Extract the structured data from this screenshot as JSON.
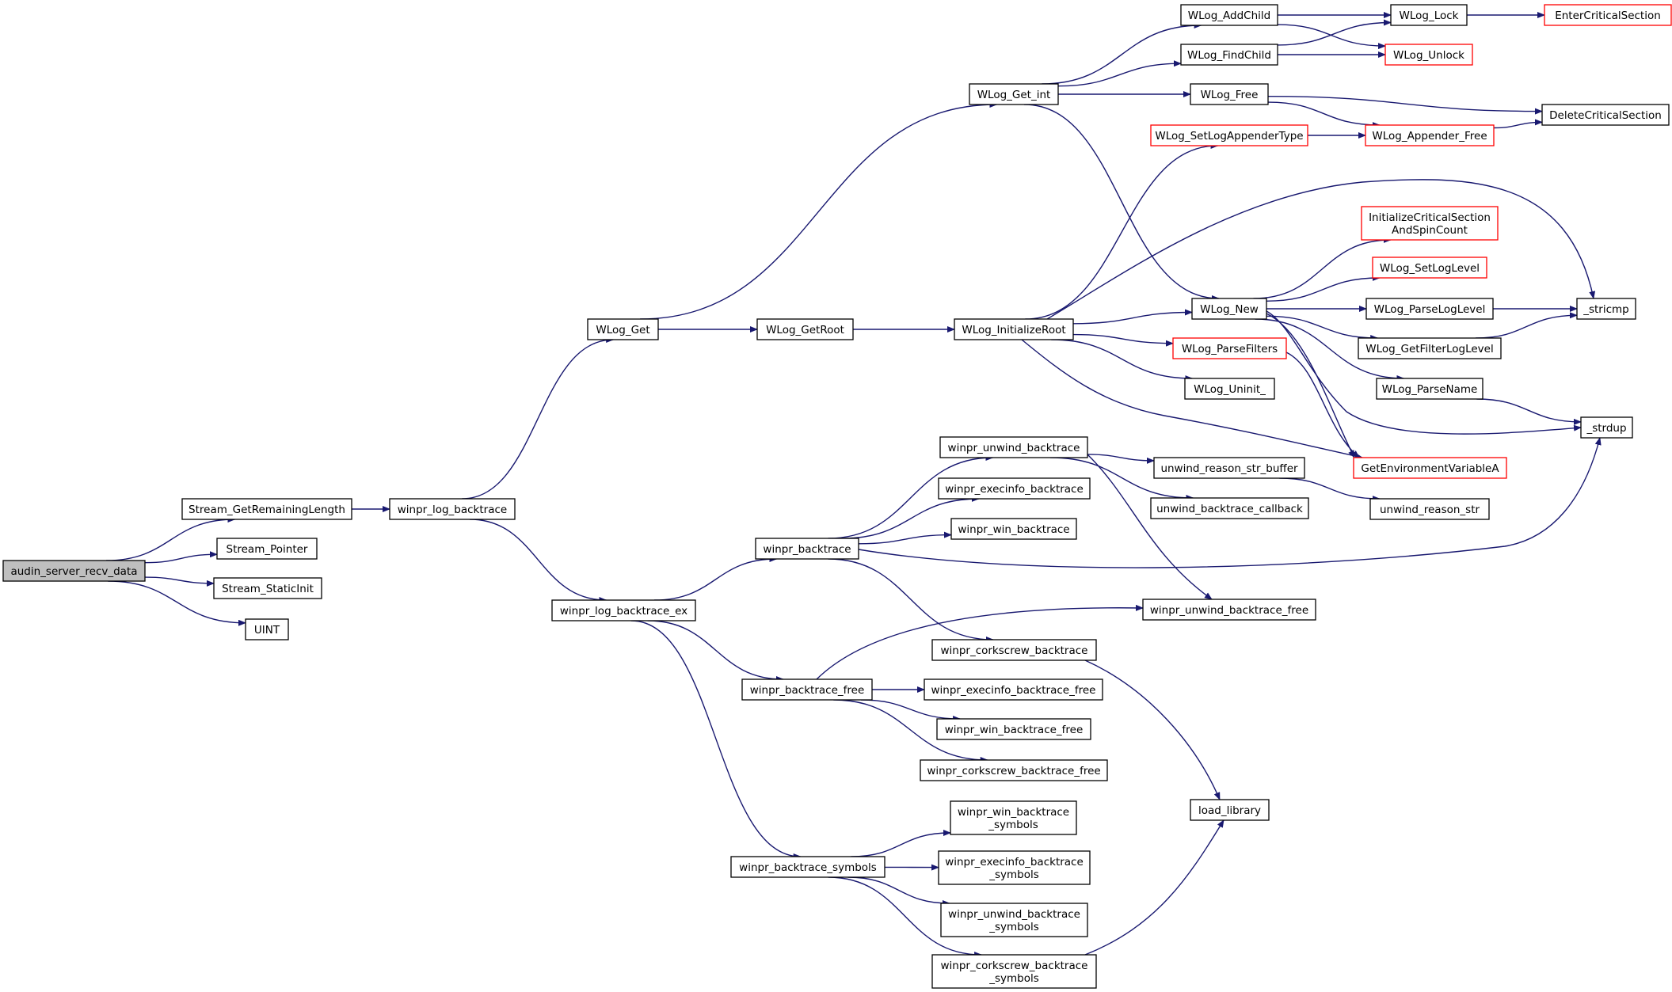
{
  "colors": {
    "edge": "#191970",
    "node_border": "#000000",
    "external_border": "#ff0000",
    "root_fill": "#bfbfbf",
    "background": "#ffffff"
  },
  "nodes": [
    {
      "id": "audin_server_recv_data",
      "lines": [
        "audin_server_recv_data"
      ],
      "kind": "root"
    },
    {
      "id": "Stream_GetRemainingLength",
      "lines": [
        "Stream_GetRemainingLength"
      ],
      "kind": "normal"
    },
    {
      "id": "Stream_Pointer",
      "lines": [
        "Stream_Pointer"
      ],
      "kind": "normal"
    },
    {
      "id": "Stream_StaticInit",
      "lines": [
        "Stream_StaticInit"
      ],
      "kind": "normal"
    },
    {
      "id": "UINT",
      "lines": [
        "UINT"
      ],
      "kind": "normal"
    },
    {
      "id": "winpr_log_backtrace",
      "lines": [
        "winpr_log_backtrace"
      ],
      "kind": "normal"
    },
    {
      "id": "WLog_Get",
      "lines": [
        "WLog_Get"
      ],
      "kind": "normal"
    },
    {
      "id": "winpr_log_backtrace_ex",
      "lines": [
        "winpr_log_backtrace_ex"
      ],
      "kind": "normal"
    },
    {
      "id": "WLog_GetRoot",
      "lines": [
        "WLog_GetRoot"
      ],
      "kind": "normal"
    },
    {
      "id": "WLog_InitializeRoot",
      "lines": [
        "WLog_InitializeRoot"
      ],
      "kind": "normal"
    },
    {
      "id": "WLog_Get_int",
      "lines": [
        "WLog_Get_int"
      ],
      "kind": "normal"
    },
    {
      "id": "WLog_AddChild",
      "lines": [
        "WLog_AddChild"
      ],
      "kind": "normal"
    },
    {
      "id": "WLog_FindChild",
      "lines": [
        "WLog_FindChild"
      ],
      "kind": "normal"
    },
    {
      "id": "WLog_Free",
      "lines": [
        "WLog_Free"
      ],
      "kind": "normal"
    },
    {
      "id": "WLog_Lock",
      "lines": [
        "WLog_Lock"
      ],
      "kind": "normal"
    },
    {
      "id": "WLog_Unlock",
      "lines": [
        "WLog_Unlock"
      ],
      "kind": "external"
    },
    {
      "id": "EnterCriticalSection",
      "lines": [
        "EnterCriticalSection"
      ],
      "kind": "external"
    },
    {
      "id": "DeleteCriticalSection",
      "lines": [
        "DeleteCriticalSection"
      ],
      "kind": "normal"
    },
    {
      "id": "WLog_SetLogAppenderType",
      "lines": [
        "WLog_SetLogAppenderType"
      ],
      "kind": "external"
    },
    {
      "id": "WLog_Appender_Free",
      "lines": [
        "WLog_Appender_Free"
      ],
      "kind": "external"
    },
    {
      "id": "InitializeCriticalSectionAndSpinCount",
      "lines": [
        "InitializeCriticalSection",
        "AndSpinCount"
      ],
      "kind": "external"
    },
    {
      "id": "WLog_SetLogLevel",
      "lines": [
        "WLog_SetLogLevel"
      ],
      "kind": "external"
    },
    {
      "id": "WLog_New",
      "lines": [
        "WLog_New"
      ],
      "kind": "normal"
    },
    {
      "id": "WLog_ParseLogLevel",
      "lines": [
        "WLog_ParseLogLevel"
      ],
      "kind": "normal"
    },
    {
      "id": "_stricmp",
      "lines": [
        "_stricmp"
      ],
      "kind": "normal"
    },
    {
      "id": "WLog_GetFilterLogLevel",
      "lines": [
        "WLog_GetFilterLogLevel"
      ],
      "kind": "normal"
    },
    {
      "id": "WLog_ParseFilters",
      "lines": [
        "WLog_ParseFilters"
      ],
      "kind": "external"
    },
    {
      "id": "WLog_Uninit_",
      "lines": [
        "WLog_Uninit_"
      ],
      "kind": "normal"
    },
    {
      "id": "WLog_ParseName",
      "lines": [
        "WLog_ParseName"
      ],
      "kind": "normal"
    },
    {
      "id": "_strdup",
      "lines": [
        "_strdup"
      ],
      "kind": "normal"
    },
    {
      "id": "GetEnvironmentVariableA",
      "lines": [
        "GetEnvironmentVariableA"
      ],
      "kind": "external"
    },
    {
      "id": "winpr_unwind_backtrace",
      "lines": [
        "winpr_unwind_backtrace"
      ],
      "kind": "normal"
    },
    {
      "id": "unwind_reason_str_buffer",
      "lines": [
        "unwind_reason_str_buffer"
      ],
      "kind": "normal"
    },
    {
      "id": "unwind_backtrace_callback",
      "lines": [
        "unwind_backtrace_callback"
      ],
      "kind": "normal"
    },
    {
      "id": "unwind_reason_str",
      "lines": [
        "unwind_reason_str"
      ],
      "kind": "normal"
    },
    {
      "id": "winpr_execinfo_backtrace",
      "lines": [
        "winpr_execinfo_backtrace"
      ],
      "kind": "normal"
    },
    {
      "id": "winpr_win_backtrace",
      "lines": [
        "winpr_win_backtrace"
      ],
      "kind": "normal"
    },
    {
      "id": "winpr_backtrace",
      "lines": [
        "winpr_backtrace"
      ],
      "kind": "normal"
    },
    {
      "id": "winpr_unwind_backtrace_free",
      "lines": [
        "winpr_unwind_backtrace_free"
      ],
      "kind": "normal"
    },
    {
      "id": "winpr_corkscrew_backtrace",
      "lines": [
        "winpr_corkscrew_backtrace"
      ],
      "kind": "normal"
    },
    {
      "id": "winpr_backtrace_free",
      "lines": [
        "winpr_backtrace_free"
      ],
      "kind": "normal"
    },
    {
      "id": "winpr_execinfo_backtrace_free",
      "lines": [
        "winpr_execinfo_backtrace_free"
      ],
      "kind": "normal"
    },
    {
      "id": "winpr_win_backtrace_free",
      "lines": [
        "winpr_win_backtrace_free"
      ],
      "kind": "normal"
    },
    {
      "id": "winpr_corkscrew_backtrace_free",
      "lines": [
        "winpr_corkscrew_backtrace_free"
      ],
      "kind": "normal"
    },
    {
      "id": "load_library",
      "lines": [
        "load_library"
      ],
      "kind": "normal"
    },
    {
      "id": "winpr_win_backtrace_symbols",
      "lines": [
        "winpr_win_backtrace",
        "_symbols"
      ],
      "kind": "normal"
    },
    {
      "id": "winpr_backtrace_symbols",
      "lines": [
        "winpr_backtrace_symbols"
      ],
      "kind": "normal"
    },
    {
      "id": "winpr_execinfo_backtrace_symbols",
      "lines": [
        "winpr_execinfo_backtrace",
        "_symbols"
      ],
      "kind": "normal"
    },
    {
      "id": "winpr_unwind_backtrace_symbols",
      "lines": [
        "winpr_unwind_backtrace",
        "_symbols"
      ],
      "kind": "normal"
    },
    {
      "id": "winpr_corkscrew_backtrace_symbols",
      "lines": [
        "winpr_corkscrew_backtrace",
        "_symbols"
      ],
      "kind": "normal"
    }
  ],
  "edges": [
    [
      "audin_server_recv_data",
      "Stream_GetRemainingLength"
    ],
    [
      "audin_server_recv_data",
      "Stream_Pointer"
    ],
    [
      "audin_server_recv_data",
      "Stream_StaticInit"
    ],
    [
      "audin_server_recv_data",
      "UINT"
    ],
    [
      "Stream_GetRemainingLength",
      "winpr_log_backtrace"
    ],
    [
      "winpr_log_backtrace",
      "WLog_Get"
    ],
    [
      "winpr_log_backtrace",
      "winpr_log_backtrace_ex"
    ],
    [
      "WLog_Get",
      "WLog_GetRoot"
    ],
    [
      "WLog_Get",
      "WLog_Get_int"
    ],
    [
      "WLog_GetRoot",
      "WLog_InitializeRoot"
    ],
    [
      "WLog_Get_int",
      "WLog_AddChild"
    ],
    [
      "WLog_Get_int",
      "WLog_FindChild"
    ],
    [
      "WLog_Get_int",
      "WLog_Free"
    ],
    [
      "WLog_Get_int",
      "WLog_New"
    ],
    [
      "WLog_AddChild",
      "WLog_Lock"
    ],
    [
      "WLog_AddChild",
      "WLog_Unlock"
    ],
    [
      "WLog_FindChild",
      "WLog_Lock"
    ],
    [
      "WLog_FindChild",
      "WLog_Unlock"
    ],
    [
      "WLog_Lock",
      "EnterCriticalSection"
    ],
    [
      "WLog_Free",
      "DeleteCriticalSection"
    ],
    [
      "WLog_Free",
      "WLog_Appender_Free"
    ],
    [
      "WLog_Appender_Free",
      "DeleteCriticalSection"
    ],
    [
      "WLog_SetLogAppenderType",
      "WLog_Appender_Free"
    ],
    [
      "WLog_InitializeRoot",
      "WLog_SetLogAppenderType"
    ],
    [
      "WLog_InitializeRoot",
      "_stricmp"
    ],
    [
      "WLog_InitializeRoot",
      "WLog_New"
    ],
    [
      "WLog_InitializeRoot",
      "WLog_ParseFilters"
    ],
    [
      "WLog_InitializeRoot",
      "WLog_Uninit_"
    ],
    [
      "WLog_InitializeRoot",
      "GetEnvironmentVariableA"
    ],
    [
      "WLog_New",
      "InitializeCriticalSectionAndSpinCount"
    ],
    [
      "WLog_New",
      "WLog_SetLogLevel"
    ],
    [
      "WLog_New",
      "WLog_ParseLogLevel"
    ],
    [
      "WLog_New",
      "WLog_GetFilterLogLevel"
    ],
    [
      "WLog_New",
      "WLog_ParseName"
    ],
    [
      "WLog_New",
      "_strdup"
    ],
    [
      "WLog_New",
      "GetEnvironmentVariableA"
    ],
    [
      "WLog_ParseLogLevel",
      "_stricmp"
    ],
    [
      "WLog_GetFilterLogLevel",
      "_stricmp"
    ],
    [
      "WLog_ParseName",
      "_strdup"
    ],
    [
      "WLog_ParseFilters",
      "GetEnvironmentVariableA"
    ],
    [
      "winpr_log_backtrace_ex",
      "winpr_backtrace"
    ],
    [
      "winpr_log_backtrace_ex",
      "winpr_backtrace_free"
    ],
    [
      "winpr_log_backtrace_ex",
      "winpr_backtrace_symbols"
    ],
    [
      "winpr_backtrace",
      "winpr_unwind_backtrace"
    ],
    [
      "winpr_backtrace",
      "winpr_execinfo_backtrace"
    ],
    [
      "winpr_backtrace",
      "winpr_win_backtrace"
    ],
    [
      "winpr_backtrace",
      "_strdup"
    ],
    [
      "winpr_backtrace",
      "winpr_corkscrew_backtrace"
    ],
    [
      "winpr_unwind_backtrace",
      "unwind_reason_str_buffer"
    ],
    [
      "winpr_unwind_backtrace",
      "unwind_backtrace_callback"
    ],
    [
      "winpr_unwind_backtrace",
      "winpr_unwind_backtrace_free"
    ],
    [
      "unwind_reason_str_buffer",
      "unwind_reason_str"
    ],
    [
      "winpr_corkscrew_backtrace",
      "load_library"
    ],
    [
      "winpr_backtrace_free",
      "winpr_unwind_backtrace_free"
    ],
    [
      "winpr_backtrace_free",
      "winpr_execinfo_backtrace_free"
    ],
    [
      "winpr_backtrace_free",
      "winpr_win_backtrace_free"
    ],
    [
      "winpr_backtrace_free",
      "winpr_corkscrew_backtrace_free"
    ],
    [
      "winpr_backtrace_symbols",
      "winpr_win_backtrace_symbols"
    ],
    [
      "winpr_backtrace_symbols",
      "winpr_execinfo_backtrace_symbols"
    ],
    [
      "winpr_backtrace_symbols",
      "winpr_unwind_backtrace_symbols"
    ],
    [
      "winpr_backtrace_symbols",
      "winpr_corkscrew_backtrace_symbols"
    ],
    [
      "winpr_corkscrew_backtrace_symbols",
      "load_library"
    ]
  ]
}
